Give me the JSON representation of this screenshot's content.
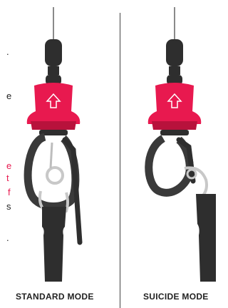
{
  "left_text_fragments": [
    {
      "text": ".",
      "color": "#222222"
    },
    {
      "text": "e",
      "color": "#222222"
    },
    {
      "text": "e",
      "color": "#e8194f"
    },
    {
      "text": "t",
      "color": "#e8194f"
    },
    {
      "text": "f",
      "color": "#e8194f"
    },
    {
      "text": "s",
      "color": "#222222"
    },
    {
      "text": ".",
      "color": "#222222"
    }
  ],
  "panels": [
    {
      "caption": "STANDARD MODE"
    },
    {
      "caption": "SUICIDE MODE"
    }
  ],
  "colors": {
    "accent": "#e8194f",
    "accent_dark": "#b8123c",
    "hardware_black": "#2e2e2e",
    "loop_grey": "#3a3a3a",
    "metal": "#c8c8c8",
    "line": "#8a8a8a"
  }
}
